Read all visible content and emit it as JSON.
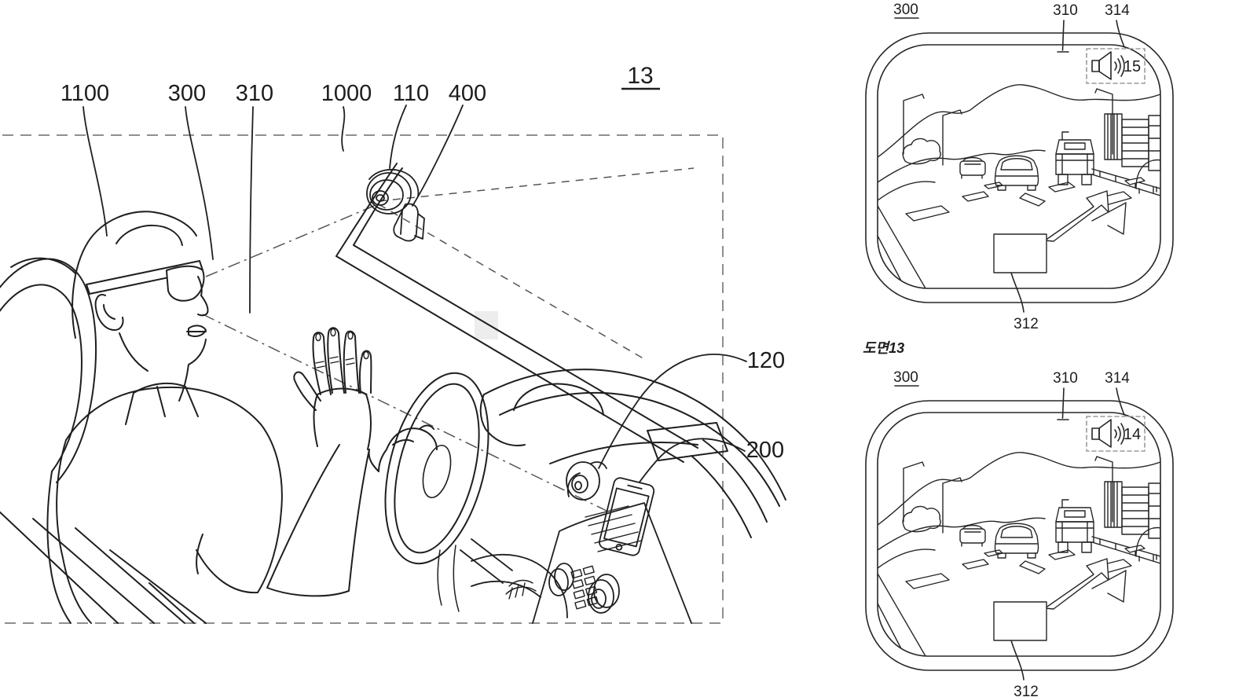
{
  "figure": {
    "number": "13",
    "caption": "도면13",
    "caption_color": "#f0148c"
  },
  "main_view": {
    "labels": {
      "l1100": "1100",
      "l300": "300",
      "l310": "310",
      "l1000": "1000",
      "l110": "110",
      "l400": "400",
      "l120": "120",
      "l200": "200"
    }
  },
  "hud_top": {
    "ref_300": "300",
    "ref_310": "310",
    "ref_314": "314",
    "ref_312": "312",
    "volume": "15"
  },
  "hud_bottom": {
    "ref_300": "300",
    "ref_310": "310",
    "ref_314": "314",
    "ref_312": "312",
    "volume": "14"
  },
  "icons": {
    "speaker": "speaker-icon"
  },
  "colors": {
    "line": "#1f1f1f",
    "dashed_border": "#8f8f8f"
  }
}
